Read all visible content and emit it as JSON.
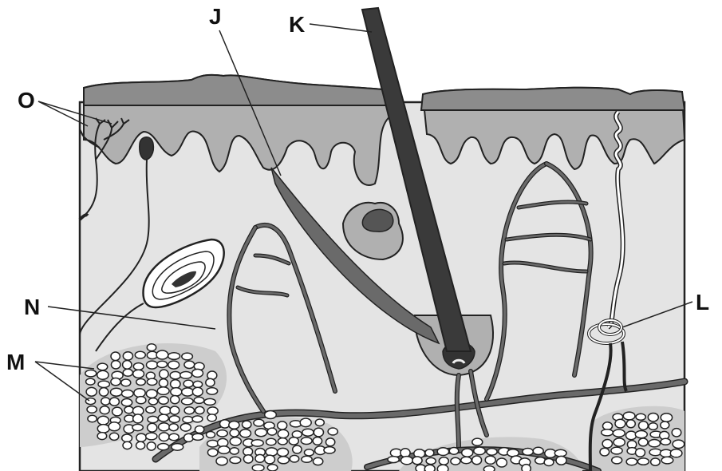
{
  "labels": {
    "J": "J",
    "K": "K",
    "L": "L",
    "M": "M",
    "N": "N",
    "O": "O"
  },
  "colors": {
    "epidermis_top": "#8c8c8c",
    "epidermis": "#b0b0b0",
    "dermis": "#e4e4e4",
    "fat_zone": "#c8c8c8",
    "vessel": "#6a6a6a",
    "hair": "#3a3a3a",
    "outline": "#222222"
  }
}
